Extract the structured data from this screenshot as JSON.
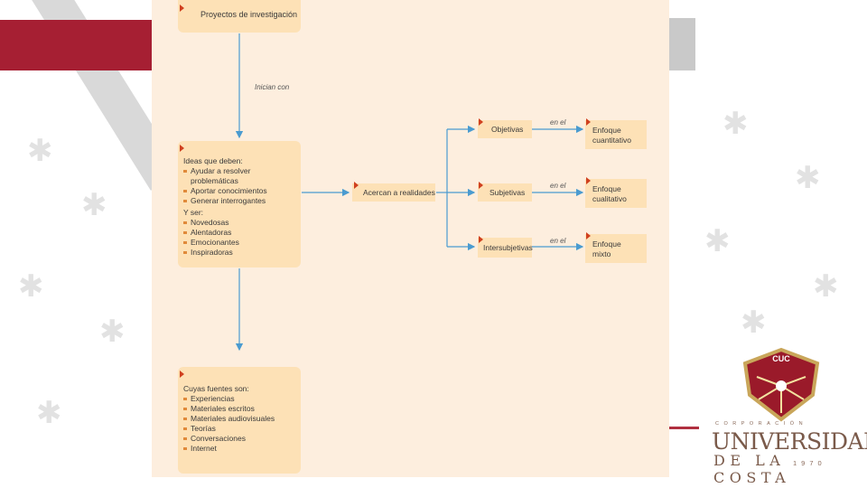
{
  "diagram": {
    "root": "Proyectos de investigación",
    "conn_root": "Inician con",
    "ideas": {
      "title": "Ideas que deben:",
      "must": [
        "Ayudar a resolver problemáticas",
        "Aportar conocimientos",
        "Generar interrogantes"
      ],
      "and_title": "Y ser:",
      "be": [
        "Novedosas",
        "Alentadoras",
        "Emocionantes",
        "Inspiradoras"
      ]
    },
    "approach": "Acercan a realidades",
    "realities": [
      "Objetivas",
      "Subjetivas",
      "Intersubjetivas"
    ],
    "conn_en_el": [
      "en el",
      "en el",
      "en el"
    ],
    "enfoques": [
      "Enfoque cuantitativo",
      "Enfoque cualitativo",
      "Enfoque mixto"
    ],
    "fuentes": {
      "title": "Cuyas fuentes son:",
      "items": [
        "Experiencias",
        "Materiales escritos",
        "Materiales audiovisuales",
        "Teorías",
        "Conversaciones",
        "Internet"
      ]
    }
  },
  "logo": {
    "badge": "CUC",
    "corporation": "CORPORACIÓN",
    "name_line1": "UNIVERSIDAD",
    "name_line2": "DE LA COSTA",
    "year": "1970"
  },
  "colors": {
    "panel": "#fdeede",
    "box": "#fde1b6",
    "arrow": "#4a9bd0",
    "brand_red": "#a61f33",
    "marker": "#d0401f"
  }
}
